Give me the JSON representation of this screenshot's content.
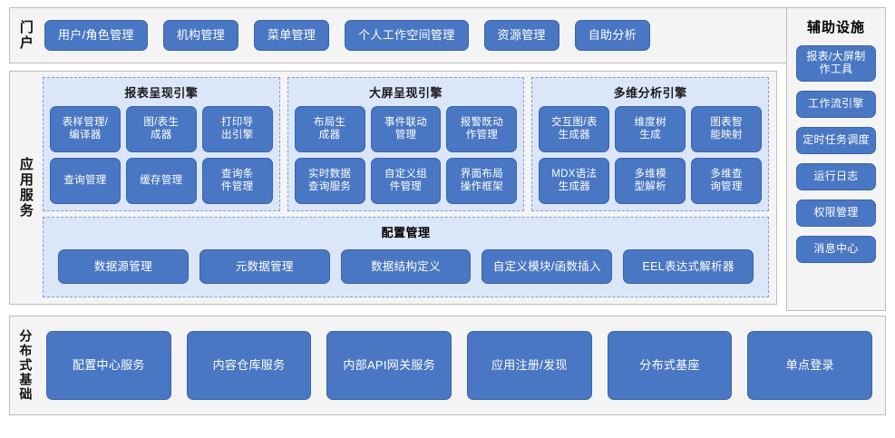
{
  "portal": {
    "label": "门户",
    "buttons": [
      "用户/角色管理",
      "机构管理",
      "菜单管理",
      "个人工作空间管理",
      "资源管理",
      "自助分析"
    ]
  },
  "aux": {
    "title": "辅助设施",
    "buttons": [
      "报表/大屏制\n作工具",
      "工作流引擎",
      "定时任务调度",
      "运行日志",
      "权限管理",
      "消息中心"
    ]
  },
  "app_service": {
    "label": "应用服务",
    "engines": [
      {
        "title": "报表呈现引擎",
        "items": [
          "表样管理/\n编译器",
          "图/表生\n成器",
          "打印导\n出引擎",
          "查询管理",
          "缓存管理",
          "查询条\n件管理"
        ]
      },
      {
        "title": "大屏呈现引擎",
        "items": [
          "布局生\n成器",
          "事件联动\n管理",
          "报警既动\n作管理",
          "实时数据\n查询服务",
          "自定义组\n件管理",
          "界面布局\n操作框架"
        ]
      },
      {
        "title": "多维分析引擎",
        "items": [
          "交互图/表\n生成器",
          "维度树\n生成",
          "图表智\n能映射",
          "MDX语法\n生成器",
          "多维模\n型解析",
          "多维查\n询管理"
        ]
      }
    ],
    "config": {
      "title": "配置管理",
      "items": [
        "数据源管理",
        "元数据管理",
        "数据结构定义",
        "自定义模块/函数插入",
        "EEL表达式解析器"
      ]
    }
  },
  "infrastructure": {
    "label": "分布式基础",
    "buttons": [
      "配置中心服务",
      "内容仓库服务",
      "内部API网关服务",
      "应用注册/发现",
      "分布式基座",
      "单点登录"
    ]
  },
  "colors": {
    "button": "#4a77c4",
    "panel": "#dbe6f9",
    "section_bg": "#f4f4f4",
    "border": "#bdbdbd"
  }
}
